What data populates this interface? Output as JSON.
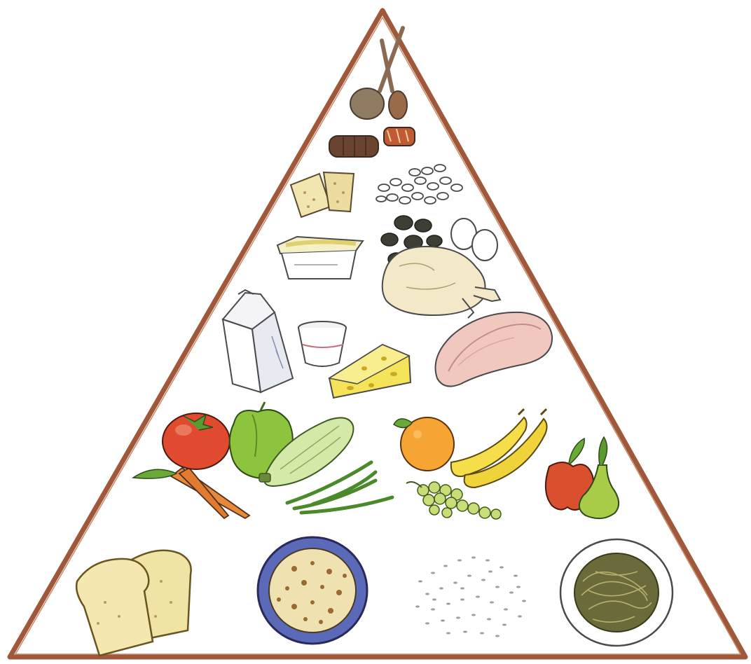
{
  "colors": {
    "background": "#ffffff",
    "pyramid_outline": "#a0583a",
    "outline_ink": "#3b3b3b"
  },
  "tiers": [
    {
      "id": "fats-oils-sweets",
      "items": [
        "spoons-icon",
        "chocolate-bar-icon",
        "candy-icon"
      ]
    },
    {
      "id": "meat-beans-eggs-nuts",
      "items": [
        "crackers-icon",
        "beans-icon",
        "margarine-tub-icon",
        "mushrooms-icon",
        "eggs-icon",
        "chicken-icon"
      ]
    },
    {
      "id": "milk-dairy",
      "items": [
        "milk-carton-icon",
        "yogurt-cup-icon",
        "cheese-wedge-icon",
        "ham-icon"
      ]
    },
    {
      "id": "vegetables-fruits",
      "items": [
        "tomato-icon",
        "pepper-icon",
        "zucchini-icon",
        "carrots-icon",
        "green-beans-icon",
        "orange-icon",
        "bananas-icon",
        "grapes-icon",
        "apple-icon",
        "pear-icon"
      ]
    },
    {
      "id": "grains",
      "items": [
        "bread-slices-icon",
        "cereal-bowl-icon",
        "rice-icon",
        "pasta-plate-icon"
      ]
    }
  ]
}
